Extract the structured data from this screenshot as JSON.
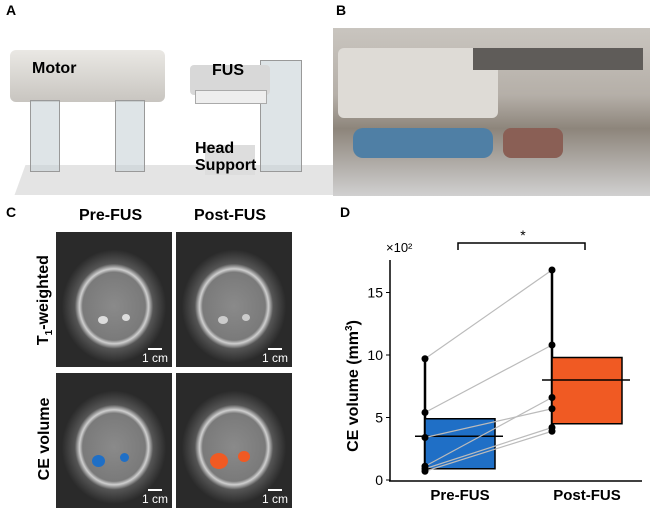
{
  "panels": {
    "a": "A",
    "b": "B",
    "c": "C",
    "d": "D"
  },
  "panel_a": {
    "motor": "Motor",
    "fus": "FUS",
    "head_support": "Head\nSupport"
  },
  "panel_c": {
    "col_pre": "Pre-FUS",
    "col_post": "Post-FUS",
    "row_t1": "T",
    "row_t1_sub": "1",
    "row_t1_rest": "-weighted",
    "row_ce": "CE volume",
    "scale": "1 cm"
  },
  "chart_data": {
    "type": "box",
    "categories": [
      "Pre-FUS",
      "Post-FUS"
    ],
    "ylabel": "CE volume (mm³)",
    "ylabel_main": "CE volume (mm",
    "ylabel_sup": "3",
    "ylabel_end": ")",
    "multiplier": "×10²",
    "ylim": [
      0,
      17.5
    ],
    "yticks": [
      0,
      5,
      10,
      15
    ],
    "significance": "*",
    "colors": {
      "pre": "#1f6fc6",
      "post": "#f05a23"
    },
    "boxes": [
      {
        "q1": 0.9,
        "median": 3.5,
        "q3": 4.9,
        "min": 0.7,
        "max": 9.7
      },
      {
        "q1": 4.5,
        "median": 8.0,
        "q3": 9.8,
        "min": 3.9,
        "max": 16.8
      }
    ],
    "pairs": [
      [
        9.7,
        16.8
      ],
      [
        5.4,
        10.8
      ],
      [
        3.4,
        5.7
      ],
      [
        1.1,
        6.6
      ],
      [
        0.9,
        4.2
      ],
      [
        0.7,
        3.9
      ]
    ]
  }
}
